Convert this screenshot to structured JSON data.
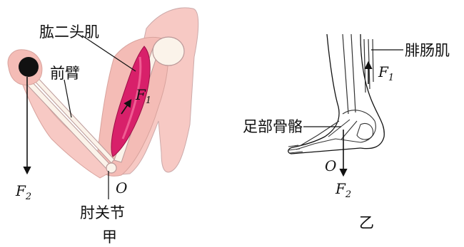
{
  "fig_a": {
    "muscle_label": "肱二头肌",
    "forearm_label": "前臂",
    "joint_label_line1": "肘关节",
    "fulcrum_label": "O",
    "f1_label": "F",
    "f1_sub": "1",
    "f2_label": "F",
    "f2_sub": "2",
    "caption": "甲"
  },
  "fig_b": {
    "muscle_label": "腓肠肌",
    "bone_label": "足部骨骼",
    "fulcrum_label": "O",
    "f1_label": "F",
    "f1_sub": "1",
    "f2_label": "F",
    "f2_sub": "2",
    "caption": "乙"
  },
  "colors": {
    "skin": "#f7c9c4",
    "skin_dark": "#eaa6a0",
    "muscle": "#d8206a",
    "muscle_light": "#ef5d93",
    "bone": "#fbf3ea",
    "ball": "#111111",
    "line": "#111111"
  }
}
